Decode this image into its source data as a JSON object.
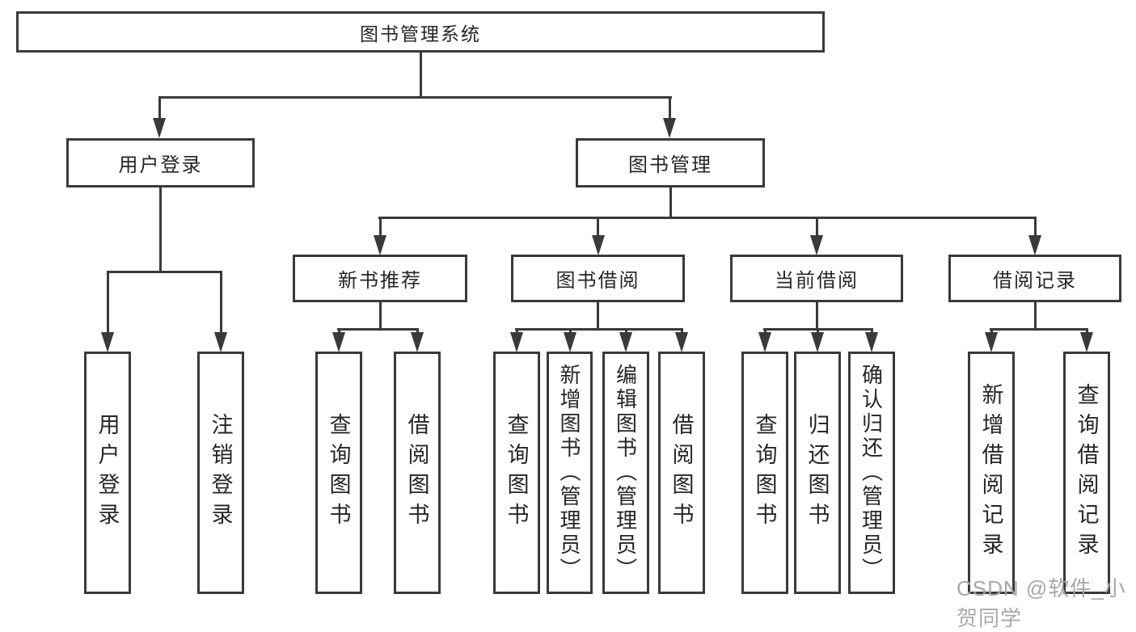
{
  "nodes": {
    "root": {
      "label": "图书管理系统"
    },
    "l2": [
      {
        "label": "用户登录"
      },
      {
        "label": "图书管理"
      }
    ],
    "l3": [
      {
        "label": "新书推荐"
      },
      {
        "label": "图书借阅"
      },
      {
        "label": "当前借阅"
      },
      {
        "label": "借阅记录"
      }
    ],
    "leaves": [
      {
        "label": "用户登录"
      },
      {
        "label": "注销登录"
      },
      {
        "label": "查询图书"
      },
      {
        "label": "借阅图书"
      },
      {
        "label": "查询图书"
      },
      {
        "label": "新增图书（管理员）"
      },
      {
        "label": "编辑图书（管理员）"
      },
      {
        "label": "借阅图书"
      },
      {
        "label": "查询图书"
      },
      {
        "label": "归还图书"
      },
      {
        "label": "确认归还（管理员）"
      },
      {
        "label": "新增借阅记录"
      },
      {
        "label": "查询借阅记录"
      }
    ]
  },
  "watermark": {
    "text": "CSDN @软件_小贺同学"
  },
  "colors": {
    "line": "#3a3a3a",
    "text": "#262626",
    "background": "#ffffff",
    "watermark": "#a8a8a8"
  }
}
